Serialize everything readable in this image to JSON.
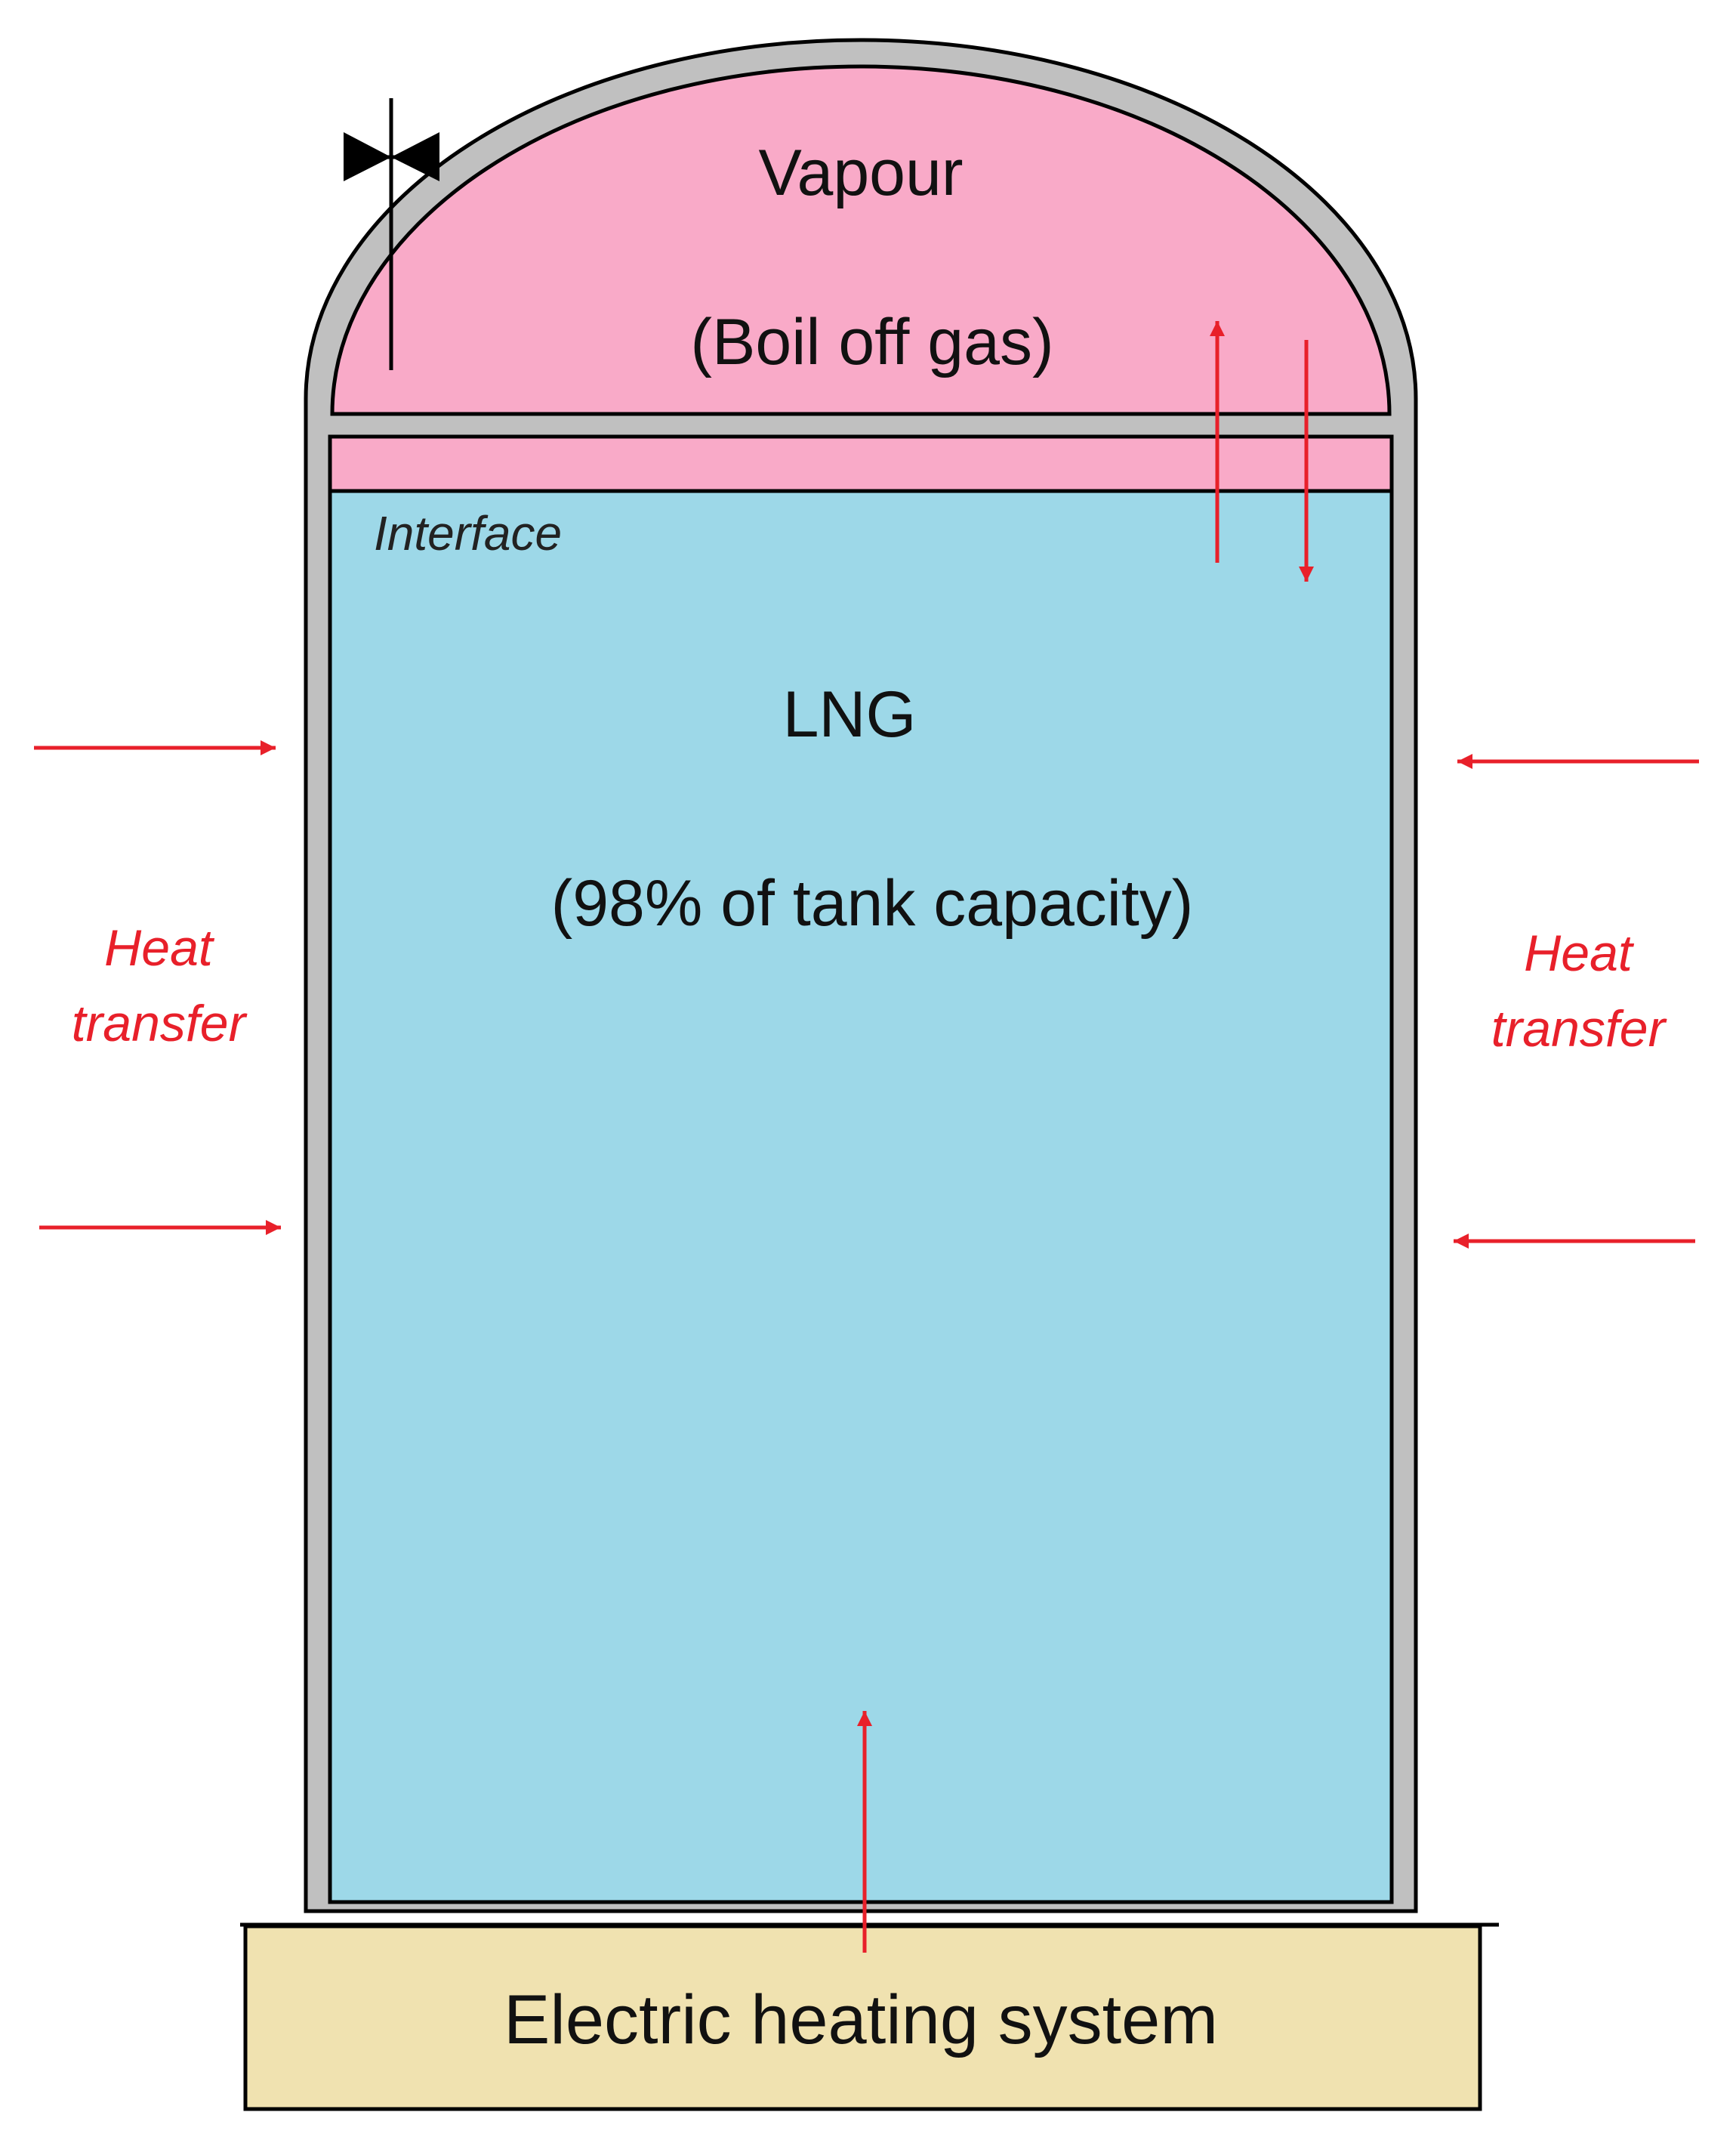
{
  "labels": {
    "vapour": "Vapour",
    "boil_off": "(Boil off gas)",
    "interface": "Interface",
    "lng": "LNG",
    "capacity": "(98% of tank capacity)",
    "heat_left_1": "Heat",
    "heat_left_2": "transfer",
    "heat_right_1": "Heat",
    "heat_right_2": "transfer",
    "heating_system": "Electric heating system"
  },
  "colors": {
    "vapour": "#f9aac8",
    "lng": "#9dd8e8",
    "wall": "#c0c0c0",
    "outline": "#000000",
    "arrow": "#e8202a",
    "heat_text": "#e8202a",
    "base": "#f0e2b0"
  },
  "icons": {
    "valve": "valve-icon"
  }
}
